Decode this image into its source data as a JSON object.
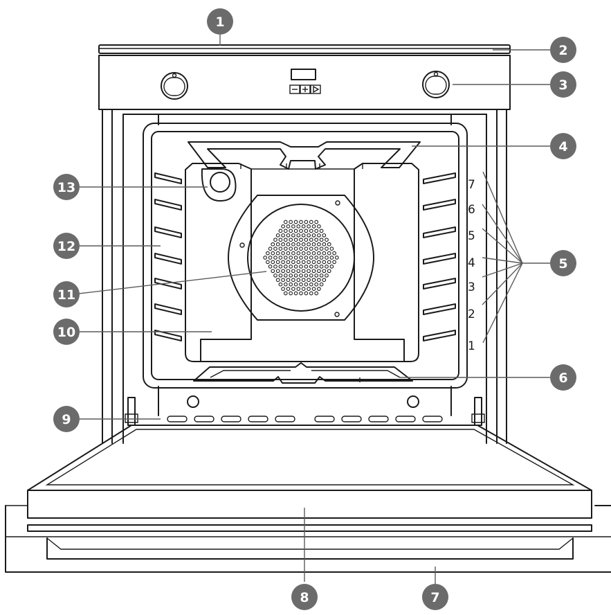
{
  "callouts": [
    {
      "id": "1",
      "label": "1"
    },
    {
      "id": "2",
      "label": "2"
    },
    {
      "id": "3",
      "label": "3"
    },
    {
      "id": "4",
      "label": "4"
    },
    {
      "id": "5",
      "label": "5"
    },
    {
      "id": "6",
      "label": "6"
    },
    {
      "id": "7",
      "label": "7"
    },
    {
      "id": "8",
      "label": "8"
    },
    {
      "id": "9",
      "label": "9"
    },
    {
      "id": "10",
      "label": "10"
    },
    {
      "id": "11",
      "label": "11"
    },
    {
      "id": "12",
      "label": "12"
    },
    {
      "id": "13",
      "label": "13"
    }
  ],
  "shelf_levels": [
    "7",
    "6",
    "5",
    "4",
    "3",
    "2",
    "1"
  ],
  "colors": {
    "line": "#1a1a1a",
    "badge": "#6b6b6b",
    "leader": "#5a5a5a",
    "background": "#ffffff"
  }
}
